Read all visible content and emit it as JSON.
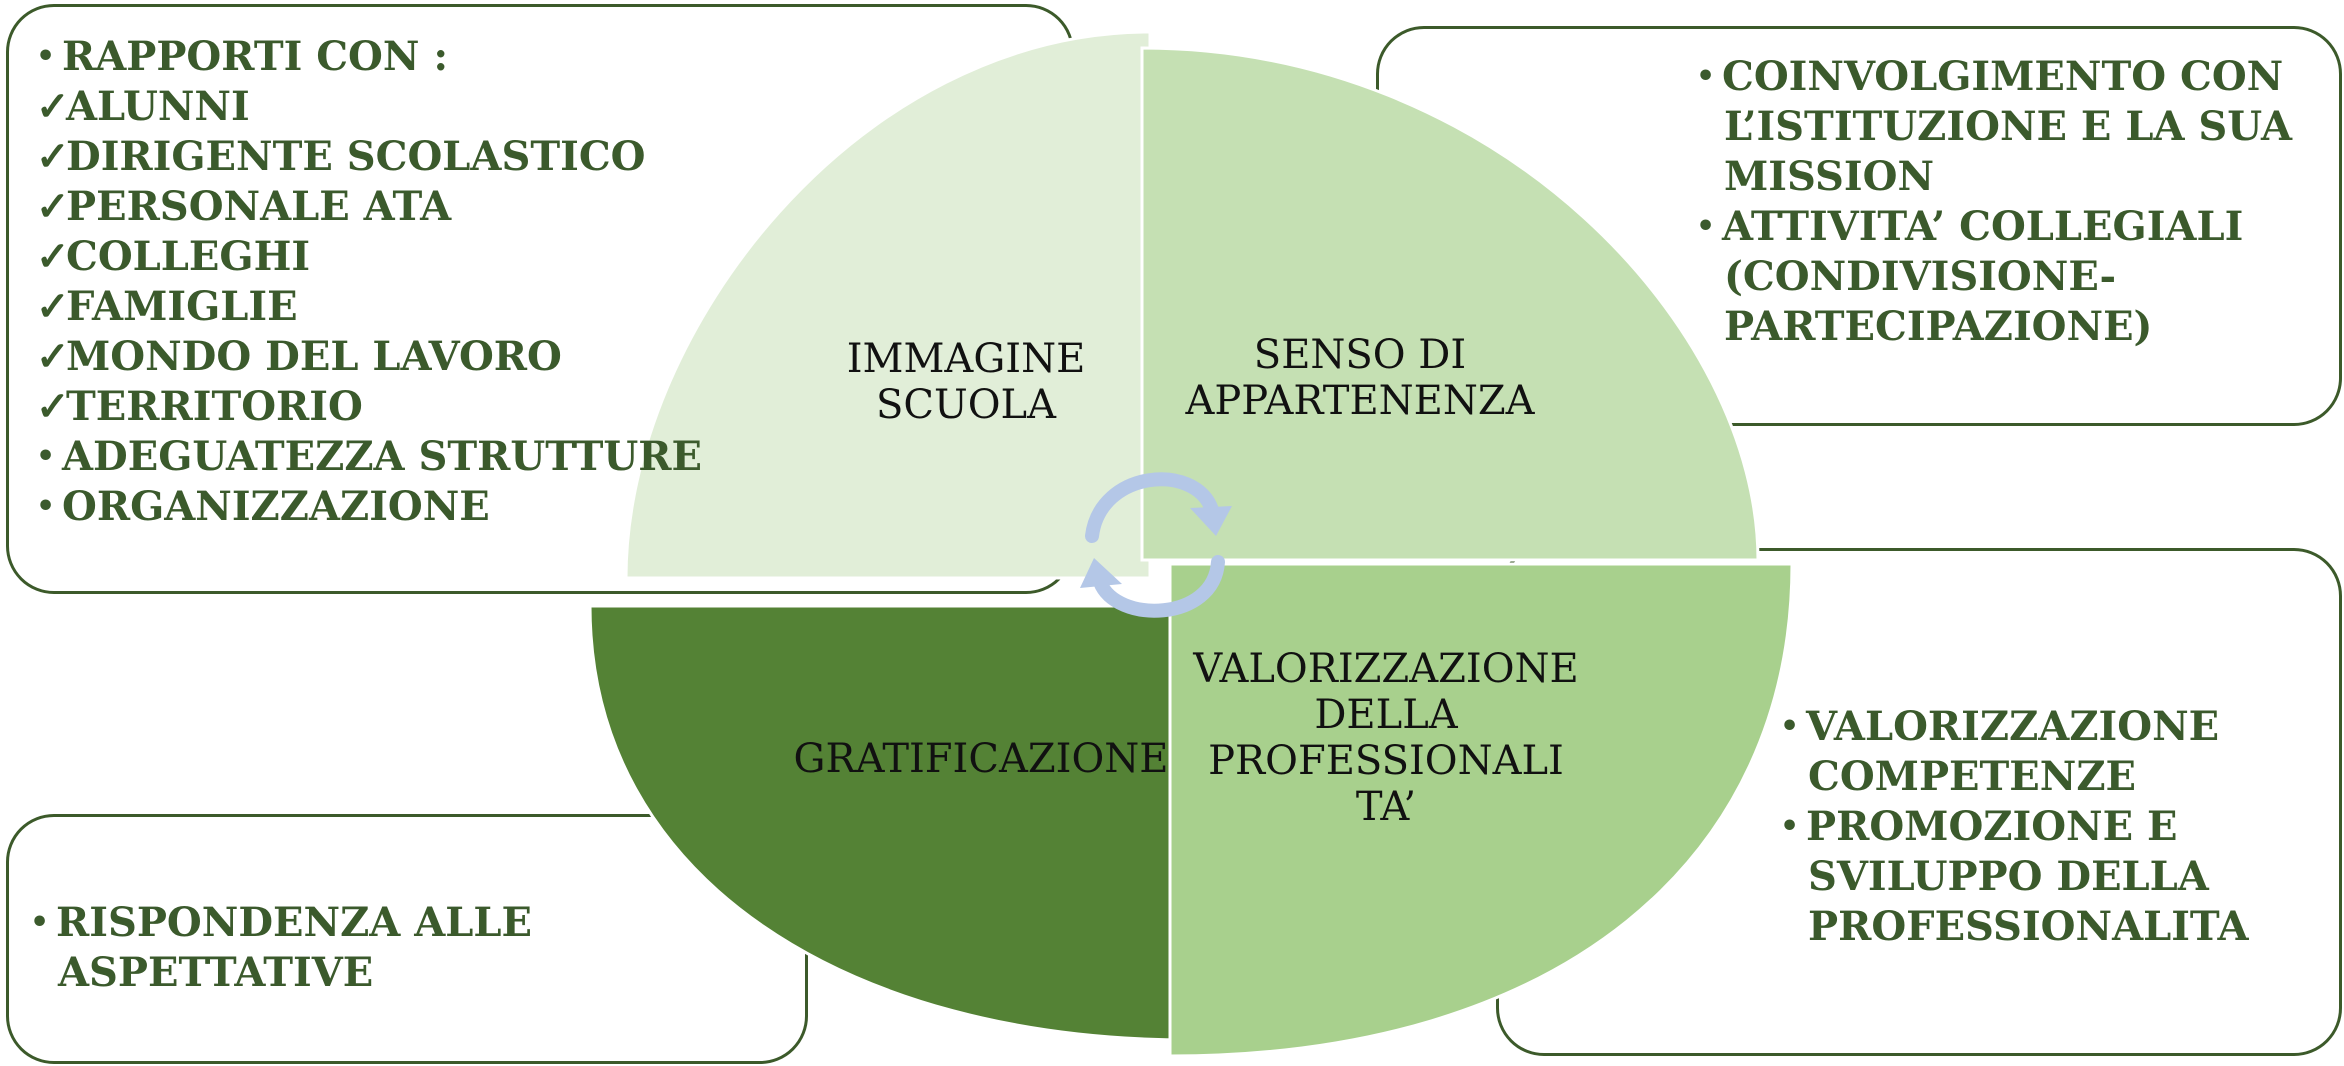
{
  "boxes": {
    "top_left": {
      "lines": [
        {
          "marker": "bullet",
          "text": "RAPPORTI CON :"
        },
        {
          "marker": "check",
          "text": "ALUNNI"
        },
        {
          "marker": "check",
          "text": "DIRIGENTE SCOLASTICO"
        },
        {
          "marker": "check",
          "text": "PERSONALE ATA"
        },
        {
          "marker": "check",
          "text": "COLLEGHI"
        },
        {
          "marker": "check",
          "text": "FAMIGLIE"
        },
        {
          "marker": "check",
          "text": "MONDO DEL LAVORO"
        },
        {
          "marker": "check",
          "text": "TERRITORIO"
        },
        {
          "marker": "bullet",
          "text": "ADEGUATEZZA  STRUTTURE"
        },
        {
          "marker": "bullet",
          "text": "ORGANIZZAZIONE"
        }
      ]
    },
    "top_right": {
      "lines": [
        {
          "marker": "bullet",
          "text": "COINVOLGIMENTO CON"
        },
        {
          "marker": "indent",
          "text": "L’ISTITUZIONE E LA SUA"
        },
        {
          "marker": "indent",
          "text": "MISSION"
        },
        {
          "marker": "bullet",
          "text": "ATTIVITA’ COLLEGIALI"
        },
        {
          "marker": "indent",
          "text": "(CONDIVISIONE-"
        },
        {
          "marker": "indent",
          "text": "PARTECIPAZIONE)"
        }
      ]
    },
    "bottom_right": {
      "lines": [
        {
          "marker": "bullet",
          "text": "VALORIZZAZIONE"
        },
        {
          "marker": "indent",
          "text": "COMPETENZE"
        },
        {
          "marker": "bullet",
          "text": "PROMOZIONE E"
        },
        {
          "marker": "indent",
          "text": "SVILUPPO DELLA"
        },
        {
          "marker": "indent",
          "text": "PROFESSIONALITA"
        }
      ]
    },
    "bottom_left": {
      "lines": [
        {
          "marker": "bullet",
          "text": "RISPONDENZA ALLE"
        },
        {
          "marker": "indent",
          "text": "ASPETTATIVE"
        }
      ]
    }
  },
  "quadrants": {
    "top_left": {
      "label_lines": [
        "IMMAGINE",
        "SCUOLA"
      ],
      "color": "#e1eed8"
    },
    "top_right": {
      "label_lines": [
        "SENSO DI",
        "APPARTENENZA"
      ],
      "color": "#c5e0b3"
    },
    "bottom_right": {
      "label_lines": [
        "VALORIZZAZIONE",
        "DELLA",
        "PROFESSIONALI",
        "TA’"
      ],
      "color": "#a8d08d"
    },
    "bottom_left": {
      "label_lines": [
        "GRATIFICAZIONE"
      ],
      "color": "#548235"
    }
  },
  "colors": {
    "box_text": "#3b5a2c",
    "box_border": "#3c5a2a",
    "cycle_arrows": "#b4c7e7"
  }
}
